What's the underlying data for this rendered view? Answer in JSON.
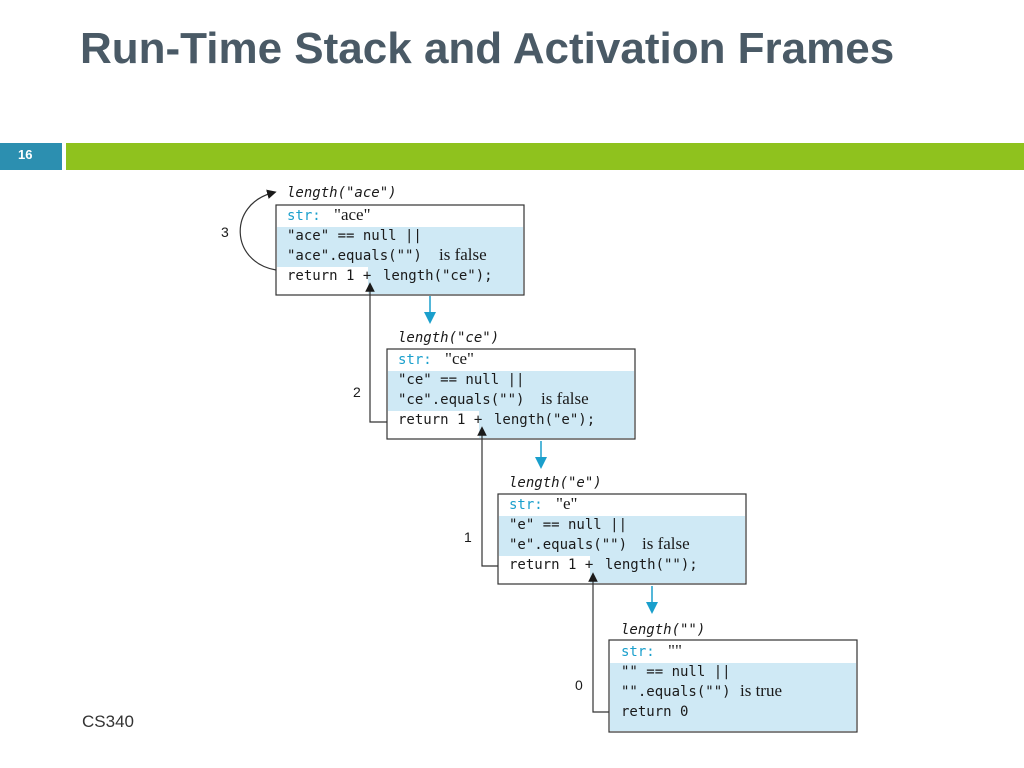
{
  "slide": {
    "title": "Run-Time Stack and Activation Frames",
    "number": "16",
    "footer": "CS340"
  },
  "colors": {
    "accent_green": "#8fc21e",
    "slide_number_box": "#2c8fb0",
    "highlight": "#cfe9f5",
    "arrow_blue": "#1a9fcc"
  },
  "frames": [
    {
      "header": "length(\"ace\")",
      "str_key": "str:",
      "str_val": "\"ace\"",
      "line2": "\"ace\" == null ||",
      "line3_code": "\"ace\".equals(\"\")",
      "line3_text": "is false",
      "line4_a": "return 1 +",
      "line4_b": "length(\"ce\");",
      "return_label": "3"
    },
    {
      "header": "length(\"ce\")",
      "str_key": "str:",
      "str_val": "\"ce\"",
      "line2": "\"ce\" == null ||",
      "line3_code": "\"ce\".equals(\"\")",
      "line3_text": "is false",
      "line4_a": "return 1 +",
      "line4_b": "length(\"e\");",
      "return_label": "2"
    },
    {
      "header": "length(\"e\")",
      "str_key": "str:",
      "str_val": "\"e\"",
      "line2": "\"e\" == null ||",
      "line3_code": "\"e\".equals(\"\")",
      "line3_text": "is false",
      "line4_a": "return 1 +",
      "line4_b": "length(\"\");",
      "return_label": "1"
    },
    {
      "header": "length(\"\")",
      "str_key": "str:",
      "str_val": "\"\"",
      "line2": "\"\" == null ||",
      "line3_code": "\"\".equals(\"\")",
      "line3_text": "is true",
      "line4_a": "return 0",
      "line4_b": "",
      "return_label": "0"
    }
  ]
}
